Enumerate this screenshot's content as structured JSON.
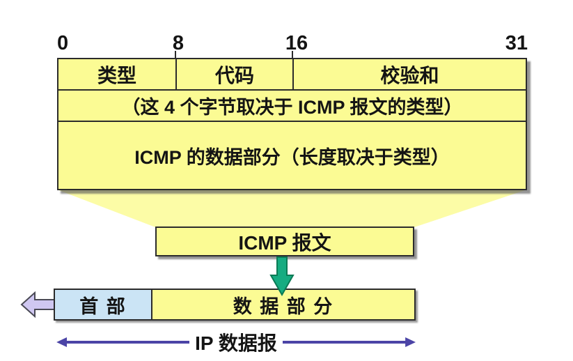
{
  "colors": {
    "box_yellow": "#fbfb94",
    "funnel_yellow": "#fcfca6",
    "header_blue": "#cbe4f5",
    "arrow_green": "#16ac81",
    "arrow_green_border": "#0a7a55",
    "arrow_purple": "#cfc7f1",
    "arrow_purple_border": "#4a4a55",
    "measure_purple": "#4b44a6",
    "border_dark": "#2b2b2b"
  },
  "bit_ruler": {
    "labels": [
      "0",
      "8",
      "16",
      "31"
    ]
  },
  "icmp_format_table": {
    "header_cells": [
      "类型",
      "代码",
      "校验和"
    ],
    "note_row": "（这 4 个字节取决于 ICMP 报文的类型）",
    "data_row": "ICMP 的数据部分（长度取决于类型）"
  },
  "icmp_message": {
    "label": "ICMP 报文"
  },
  "ip_datagram": {
    "header_label": "首 部",
    "data_label": "数 据 部 分",
    "caption": "IP 数据报"
  }
}
